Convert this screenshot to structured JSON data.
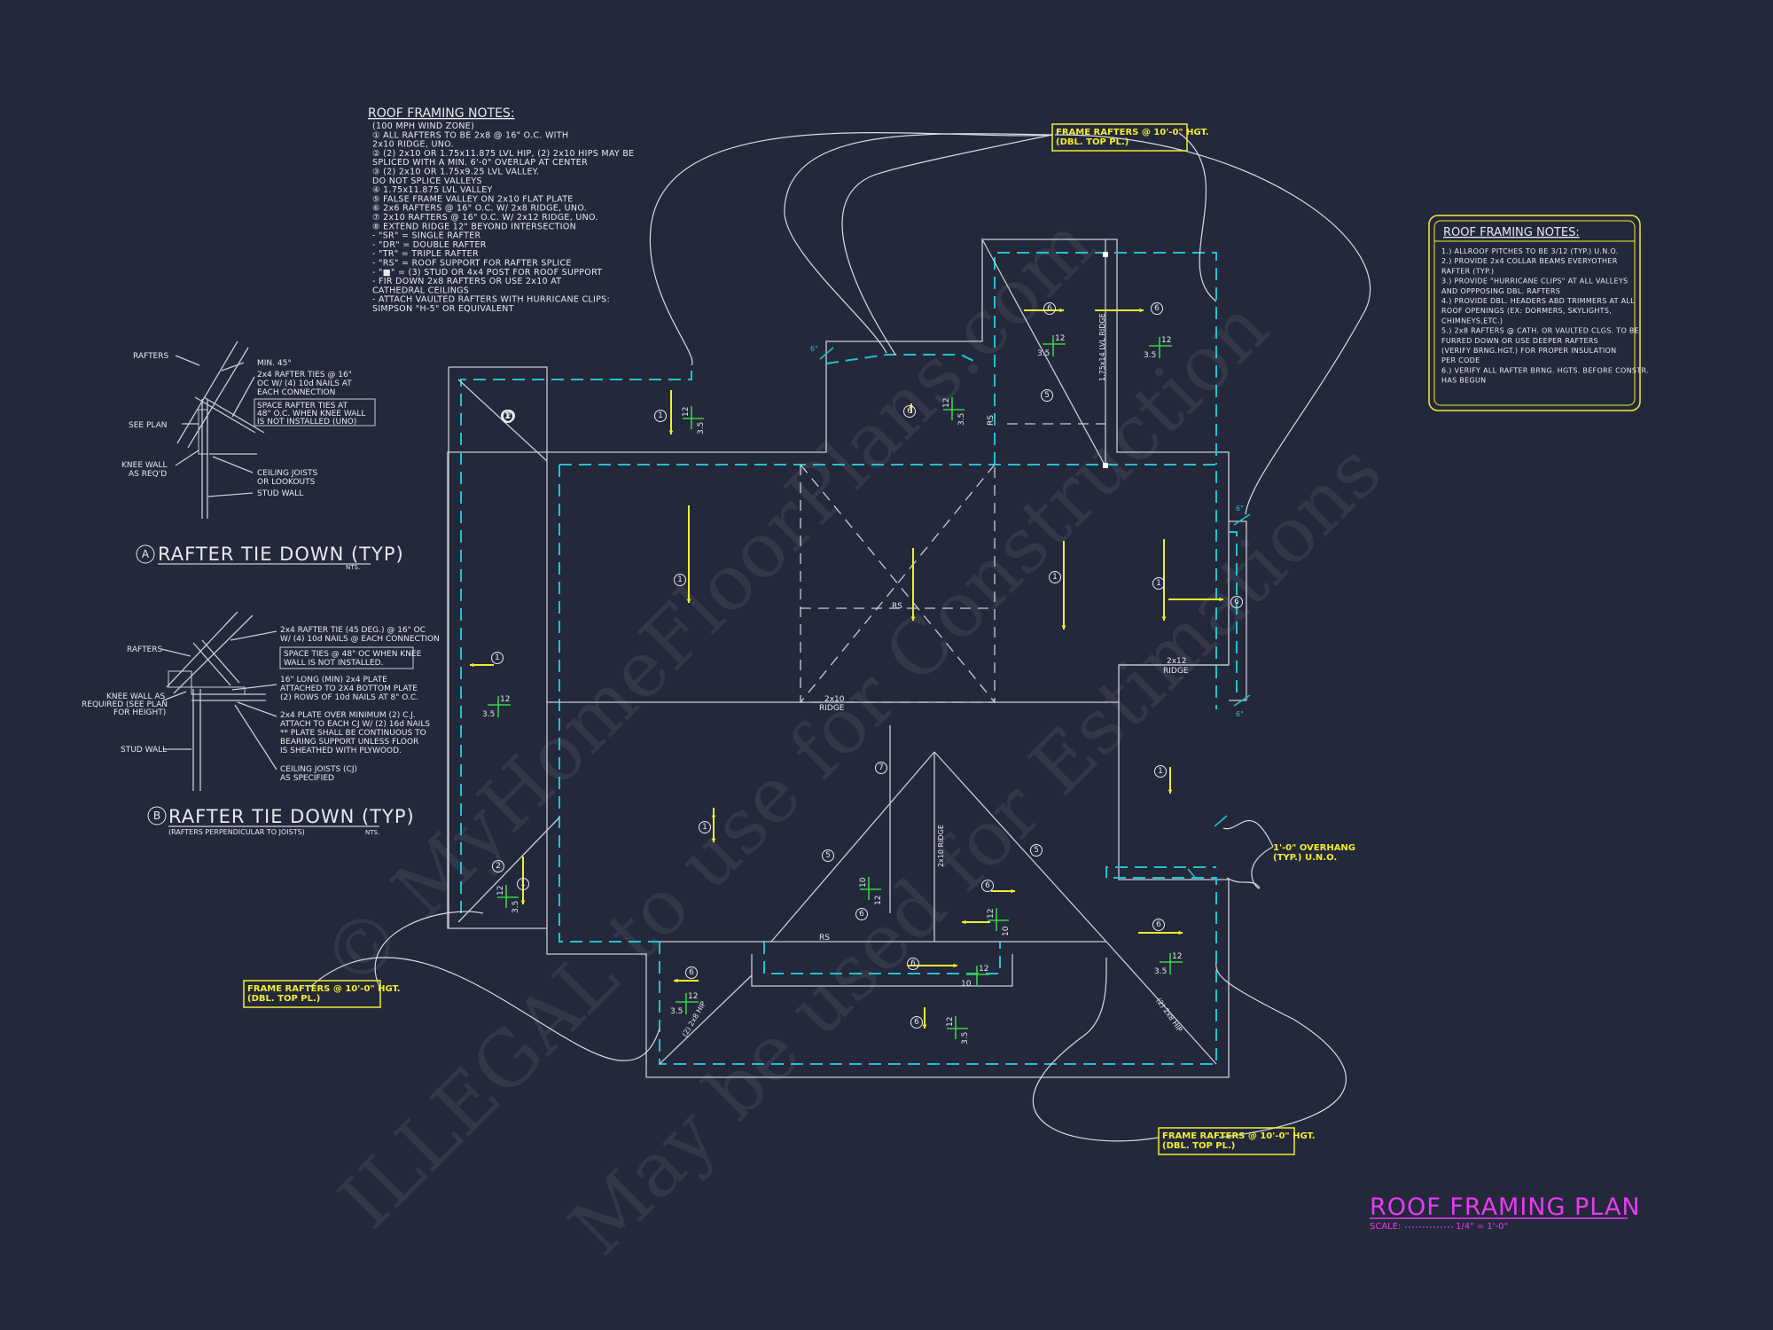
{
  "drawing": {
    "title": "ROOF FRAMING PLAN",
    "scale_label": "SCALE:",
    "scale_value": "1/4\" = 1'-0\""
  },
  "roof_notes_left": {
    "heading": "ROOF FRAMING NOTES:",
    "lines": [
      "(100 MPH WIND ZONE)",
      "① ALL RAFTERS TO BE 2x8 @ 16\" O.C. WITH",
      "   2x10 RIDGE, UNO.",
      "② (2) 2x10 OR 1.75x11.875 LVL HIP, (2) 2x10 HIPS MAY BE",
      "   SPLICED WITH A MIN. 6'-0\" OVERLAP AT CENTER",
      "③ (2) 2x10 OR 1.75x9.25 LVL VALLEY.",
      "   DO NOT SPLICE VALLEYS",
      "④ 1.75x11.875 LVL VALLEY",
      "⑤ FALSE FRAME VALLEY ON 2x10 FLAT PLATE",
      "⑥ 2x6 RAFTERS @ 16\" O.C. W/ 2x8 RIDGE, UNO.",
      "⑦ 2x10 RAFTERS @ 16\" O.C. W/ 2x12 RIDGE, UNO.",
      "⑧ EXTEND RIDGE 12\" BEYOND INTERSECTION",
      " -  \"SR\" = SINGLE RAFTER",
      " -  \"DR\" = DOUBLE RAFTER",
      " -  \"TR\" = TRIPLE RAFTER",
      " -  \"RS\" = ROOF SUPPORT FOR RAFTER SPLICE",
      " -  \"■\" = (3) STUD OR 4x4 POST FOR ROOF SUPPORT",
      " -  FIR DOWN 2x8 RAFTERS OR USE 2x10 AT",
      "    CATHEDRAL CEILINGS",
      " -  ATTACH VAULTED RAFTERS WITH HURRICANE CLIPS:",
      "    SIMPSON \"H-5\" OR EQUIVALENT"
    ]
  },
  "roof_notes_right": {
    "heading": "ROOF FRAMING NOTES:",
    "lines": [
      "1.) ALLROOF PITCHES TO BE  3/12 (TYP.) U.N.O.",
      "2.) PROVIDE 2x4 COLLAR BEAMS EVERYOTHER",
      "     RAFTER (TYP.)",
      "3.) PROVIDE \"HURRICANE CLIPS\" AT ALL VALLEYS",
      "     AND OPPPOSING DBL. RAFTERS",
      "4.) PROVIDE DBL. HEADERS ABD TRIMMERS AT ALL",
      "     ROOF OPENINGS (EX: DORMERS, SKYLIGHTS,",
      "     CHIMNEYS,ETC.)",
      "5.) 2x8 RAFTERS @ CATH. OR VAULTED CLGS. TO BE",
      "     FURRED DOWN OR USE DEEPER RAFTERS",
      "     (VERIFY BRNG.HGT.) FOR PROPER INSULATION",
      "     PER CODE",
      "6.) VERIFY ALL RAFTER BRNG. HGTS. BEFORE CONSTR.",
      "     HAS BEGUN"
    ]
  },
  "detail_a": {
    "marker": "A",
    "title": "RAFTER TIE DOWN (TYP)",
    "scale": "NTS.",
    "labels": {
      "rafters": "RAFTERS",
      "min45": "MIN. 45°",
      "ties1": "2x4 RAFTER TIES @ 16\"",
      "ties2": "OC W/ (4) 10d NAILS AT",
      "ties3": "EACH CONNECTION",
      "space1": "SPACE RAFTER TIES AT",
      "space2": "48\" O.C. WHEN KNEE WALL",
      "space3": "IS NOT INSTALLED (UNO)",
      "seeplan": "SEE PLAN",
      "knee1": "KNEE WALL",
      "knee2": "AS REQ'D",
      "ceil1": "CEILING JOISTS",
      "ceil2": "OR LOOKOUTS",
      "stud": "STUD WALL"
    }
  },
  "detail_b": {
    "marker": "B",
    "title": "RAFTER TIE DOWN (TYP)",
    "subtitle": "(RAFTERS PERPENDICULAR TO JOISTS)",
    "scale": "NTS.",
    "labels": {
      "rafters": "RAFTERS",
      "tie1": "2x4 RAFTER TIE (45 DEG.) @ 16\" OC",
      "tie2": "W/ (4) 10d NAILS @ EACH CONNECTION",
      "space1": "SPACE TIES @ 48\" OC WHEN KNEE",
      "space2": "WALL IS NOT INSTALLED.",
      "knee1": "KNEE WALL AS",
      "knee2": "REQUIRED (SEE PLAN",
      "knee3": "FOR HEIGHT)",
      "plate1": "16\" LONG (MIN) 2x4 PLATE",
      "plate2": "ATTACHED TO 2X4 BOTTOM PLATE",
      "plate3": "(2) ROWS OF 10d NAILS AT 8\" O.C.",
      "over1": "2x4 PLATE OVER MINIMUM (2) C.J.",
      "over2": "ATTACH TO EACH CJ W/ (2) 16d NAILS",
      "over3": "** PLATE SHALL BE CONTINUOUS TO",
      "over4": "BEARING SUPPORT UNLESS FLOOR",
      "over5": "IS SHEATHED WITH PLYWOOD.",
      "stud": "STUD WALL",
      "cj1": "CEILING JOISTS (CJ)",
      "cj2": "AS SPECIFIED"
    }
  },
  "callouts": {
    "frame_line1": "FRAME RAFTERS @ 10'-0\" HGT.",
    "frame_line2": "(DBL. TOP PL.)",
    "overhang1": "1'-0\" OVERHANG",
    "overhang2": "(TYP.) U.N.O."
  },
  "plan_labels": {
    "ridge_2x12": "2x12",
    "ridge_word": "RIDGE",
    "ridge_2x10": "2x10",
    "rs": "RS",
    "lvl_ridge": "1.75x14 LVL RIDGE",
    "ridge_2x10_vert": "2x10 RIDGE",
    "hip_2x8": "(2) 2x8 HIP",
    "twelve": "12",
    "three_five": "3.5",
    "ten": "10",
    "six_inch": "6\""
  },
  "note_markers": [
    "1",
    "2",
    "5",
    "6",
    "7"
  ],
  "watermark": {
    "line1": "© MyHomeFloorPlans.com",
    "line2": "ILLEGAL to use for Construction",
    "line3": "May be used for Estimations"
  },
  "colors": {
    "background": "#24283b",
    "linework": "#c9cbd6",
    "cyan_dashed": "#22c2cf",
    "yellow": "#f2ec2f",
    "green": "#34d34a",
    "magenta": "#e63cf0"
  }
}
